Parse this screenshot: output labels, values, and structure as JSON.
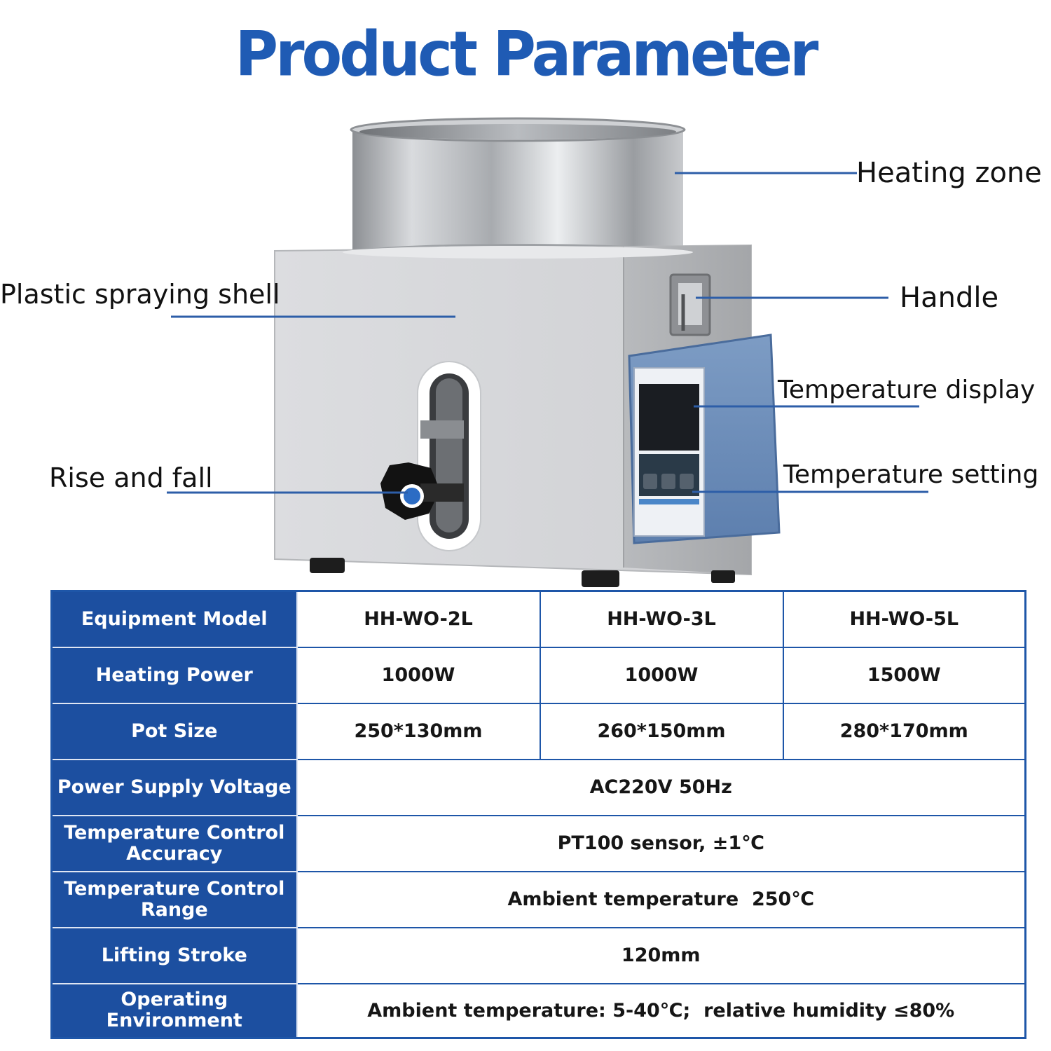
{
  "page": {
    "title": "Product Parameter"
  },
  "callouts": {
    "heating_zone": "Heating zone",
    "plastic_shell": "Plastic spraying shell",
    "handle": "Handle",
    "temp_display": "Temperature display",
    "temp_setting": "Temperature setting",
    "rise_fall": "Rise and fall"
  },
  "colors": {
    "title_blue": "#1f5bb4",
    "label_cell": "#1c4fa0",
    "table_border": "#1e56a8",
    "callout_line": "#2d5ea8"
  },
  "specs": {
    "model": {
      "label": "Equipment Model",
      "values": [
        "HH-WO-2L",
        "HH-WO-3L",
        "HH-WO-5L"
      ]
    },
    "power": {
      "label": "Heating Power",
      "values": [
        "1000W",
        "1000W",
        "1500W"
      ]
    },
    "pot": {
      "label": "Pot Size",
      "values": [
        "250*130mm",
        "260*150mm",
        "280*170mm"
      ]
    },
    "voltage": {
      "label": "Power Supply Voltage",
      "value": "AC220V 50Hz"
    },
    "accuracy": {
      "label": "Temperature Control Accuracy",
      "value": "PT100 sensor, ±1℃"
    },
    "range": {
      "label": "Temperature Control Range",
      "value": "Ambient temperature  250℃"
    },
    "stroke": {
      "label": "Lifting Stroke",
      "value": "120mm"
    },
    "environment": {
      "label": "Operating Environment",
      "value": "Ambient temperature: 5-40℃;  relative humidity ≤80%"
    }
  }
}
